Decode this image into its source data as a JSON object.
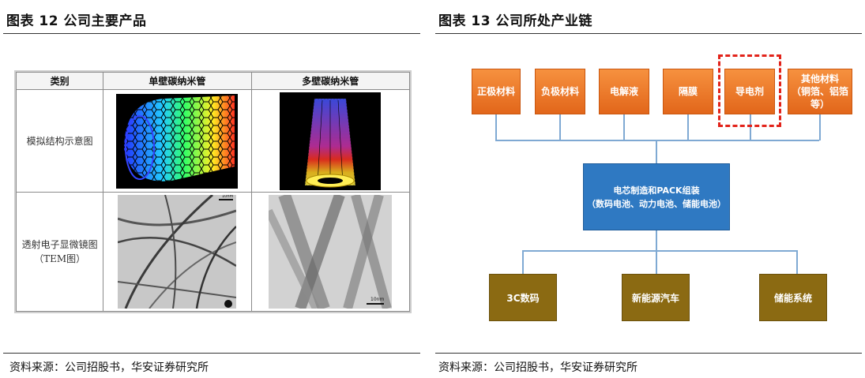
{
  "left_figure": {
    "title": "图表 12 公司主要产品",
    "source": "资料来源：公司招股书，华安证券研究所",
    "table": {
      "headers": [
        "类别",
        "单壁碳纳米管",
        "多壁碳纳米管"
      ],
      "rows": [
        {
          "label": "模拟结构示意图",
          "label_lines": [
            "模拟结构示意图"
          ]
        },
        {
          "label": "透射电子显微镜图（TEM图）",
          "label_lines": [
            "透射电子显微镜图",
            "（TEM图）"
          ],
          "scale_labels": [
            "10nm",
            "10nm"
          ]
        }
      ]
    }
  },
  "right_figure": {
    "title": "图表 13 公司所处产业链",
    "source": "资料来源：公司招股书，华安证券研究所",
    "upstream": [
      {
        "label": "正极材料"
      },
      {
        "label": "负极材料"
      },
      {
        "label": "电解液"
      },
      {
        "label": "隔膜"
      },
      {
        "label": "导电剂",
        "highlighted": true
      },
      {
        "label_lines": [
          "其他材料",
          "（铜箔、铝箔等）"
        ]
      }
    ],
    "midstream": {
      "line1": "电芯制造和PACK组装",
      "line2": "（数码电池、动力电池、储能电池）"
    },
    "downstream": [
      {
        "label": "3C数码"
      },
      {
        "label": "新能源汽车"
      },
      {
        "label": "储能系统"
      }
    ],
    "colors": {
      "upstream": "#f07f2d",
      "midstream": "#2f79c2",
      "downstream": "#8b6a12",
      "connector": "#7fa9d3",
      "highlight": "#e2231a"
    }
  }
}
